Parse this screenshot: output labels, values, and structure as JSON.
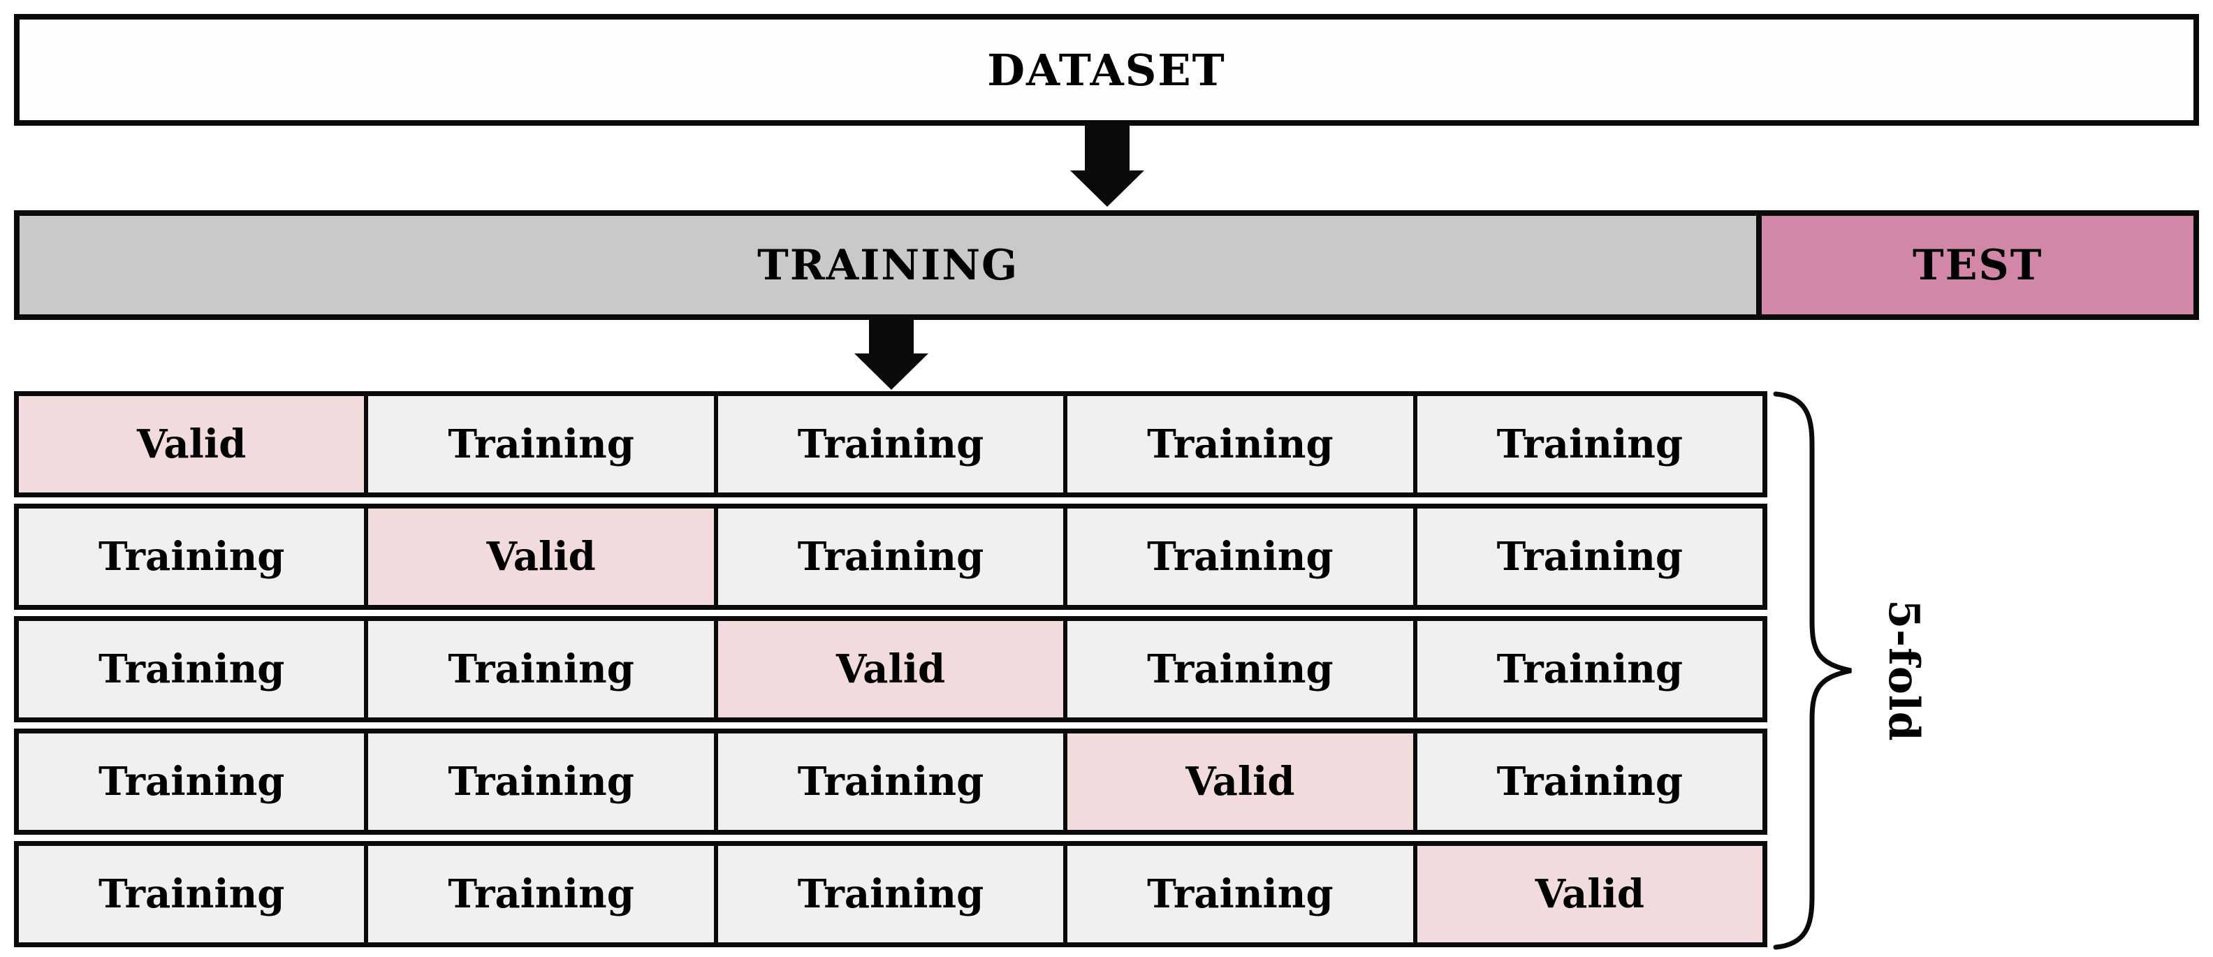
{
  "dataset_bar": {
    "label": "DATASET"
  },
  "split_bar": {
    "training_label": "TRAINING",
    "test_label": "TEST"
  },
  "fold_grid": {
    "rows": [
      [
        "Valid",
        "Training",
        "Training",
        "Training",
        "Training"
      ],
      [
        "Training",
        "Valid",
        "Training",
        "Training",
        "Training"
      ],
      [
        "Training",
        "Training",
        "Valid",
        "Training",
        "Training"
      ],
      [
        "Training",
        "Training",
        "Training",
        "Valid",
        "Training"
      ],
      [
        "Training",
        "Training",
        "Training",
        "Training",
        "Valid"
      ]
    ],
    "brace_label": "5-fold"
  },
  "icons": {
    "arrow_1": "down-arrow",
    "arrow_2": "down-arrow"
  },
  "colors": {
    "border": "#0a0a0a",
    "arrow": "#0a0a0a",
    "training_bar": "#c9c9c9",
    "test_bar": "#d287a9",
    "training_cell": "#f0f0f0",
    "valid_cell": "#f1dbdd"
  }
}
